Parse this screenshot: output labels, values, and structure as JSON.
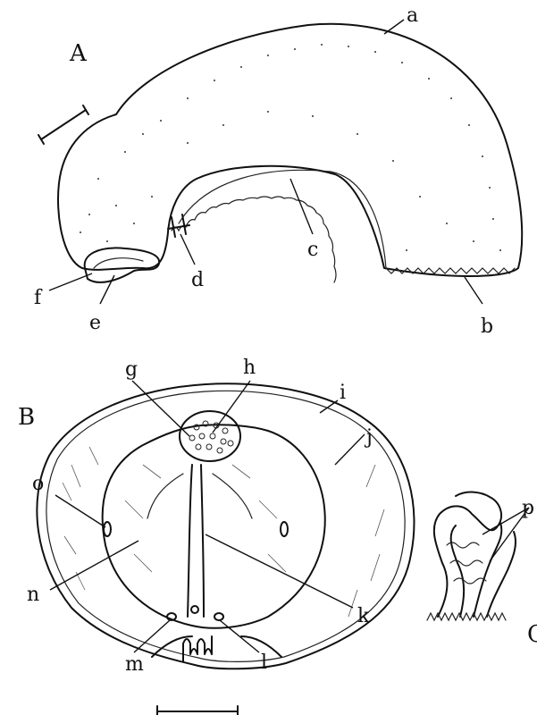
{
  "panels": {
    "A": {
      "title": "A",
      "labels": {
        "a": "a",
        "b": "b",
        "c": "c",
        "d": "d",
        "e": "e",
        "f": "f"
      }
    },
    "B": {
      "title": "B",
      "labels": {
        "g": "g",
        "h": "h",
        "i": "i",
        "j": "j",
        "k": "k",
        "l": "l",
        "m": "m",
        "n": "n",
        "o": "o"
      }
    },
    "C": {
      "title": "C",
      "labels": {
        "p": "p"
      }
    }
  }
}
